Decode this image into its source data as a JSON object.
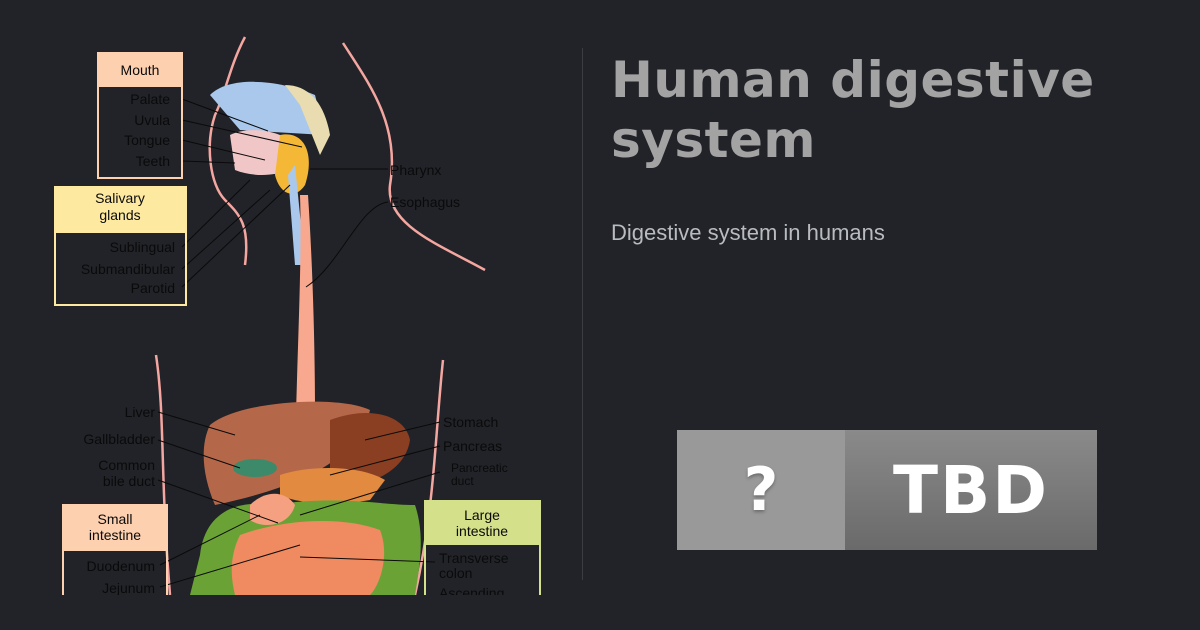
{
  "title": "Human digestive system",
  "subtitle": "Digestive system in humans",
  "badge": {
    "icon_text": "?",
    "label": "TBD"
  },
  "diagram": {
    "mouth": {
      "heading": "Mouth",
      "items": [
        "Palate",
        "Uvula",
        "Tongue",
        "Teeth"
      ]
    },
    "salivary": {
      "heading_line1": "Salivary",
      "heading_line2": "glands",
      "items": [
        "Sublingual",
        "Submandibular",
        "Parotid"
      ]
    },
    "pharynx": "Pharynx",
    "esophagus": "Esophagus",
    "liver": "Liver",
    "gallbladder": "Gallbladder",
    "bile_line1": "Common",
    "bile_line2": "bile duct",
    "stomach": "Stomach",
    "pancreas": "Pancreas",
    "pancreatic_line1": "Pancreatic",
    "pancreatic_line2": "duct",
    "small_intestine": {
      "heading_line1": "Small",
      "heading_line2": "intestine",
      "items": [
        "Duodenum",
        "Jejunum"
      ]
    },
    "large_intestine": {
      "heading_line1": "Large",
      "heading_line2": "intestine",
      "items": [
        "Transverse",
        "colon",
        "Ascending"
      ]
    },
    "colors": {
      "mouth": "#fdd0b0",
      "salivary": "#fde9a0",
      "small": "#fdd0b0",
      "large": "#d4e08a",
      "outline": "#f4a6a0"
    }
  }
}
